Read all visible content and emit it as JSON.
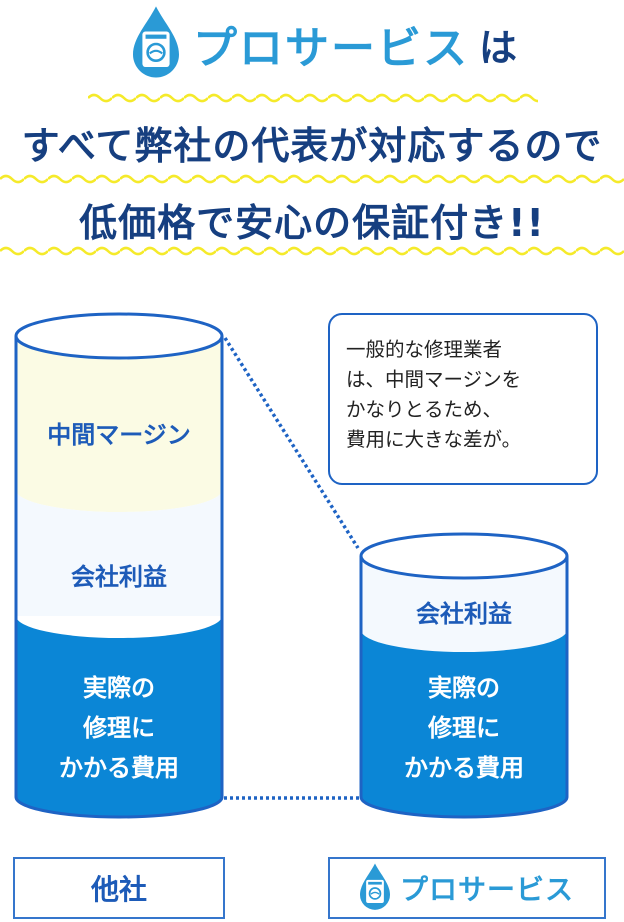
{
  "header": {
    "brand_name": "プロサービス",
    "brand_suffix": "は",
    "line2": "すべて弊社の代表が対応するので",
    "line3": "低価格で安心の保証付き!!"
  },
  "left_cylinder": {
    "margin_label": "中間マージン",
    "profit_label": "会社利益",
    "cost_label": [
      "実際の",
      "修理に",
      "かかる費用"
    ]
  },
  "right_cylinder": {
    "profit_label": "会社利益",
    "cost_label": [
      "実際の",
      "修理に",
      "かかる費用"
    ]
  },
  "bubble": {
    "lines": [
      "一般的な修理業者",
      "は、中間マージンを",
      "かなりとるため、",
      "費用に大きな差が。"
    ]
  },
  "labels": {
    "other_company": "他社",
    "our_company": "プロサービス"
  },
  "colors": {
    "brand": "#2a9ad6",
    "heading": "#163f80",
    "cost_fill": "#0b86d6",
    "margin_fill": "#fbfbe4",
    "border": "#1e63c4",
    "wave": "#f5ea2a"
  }
}
